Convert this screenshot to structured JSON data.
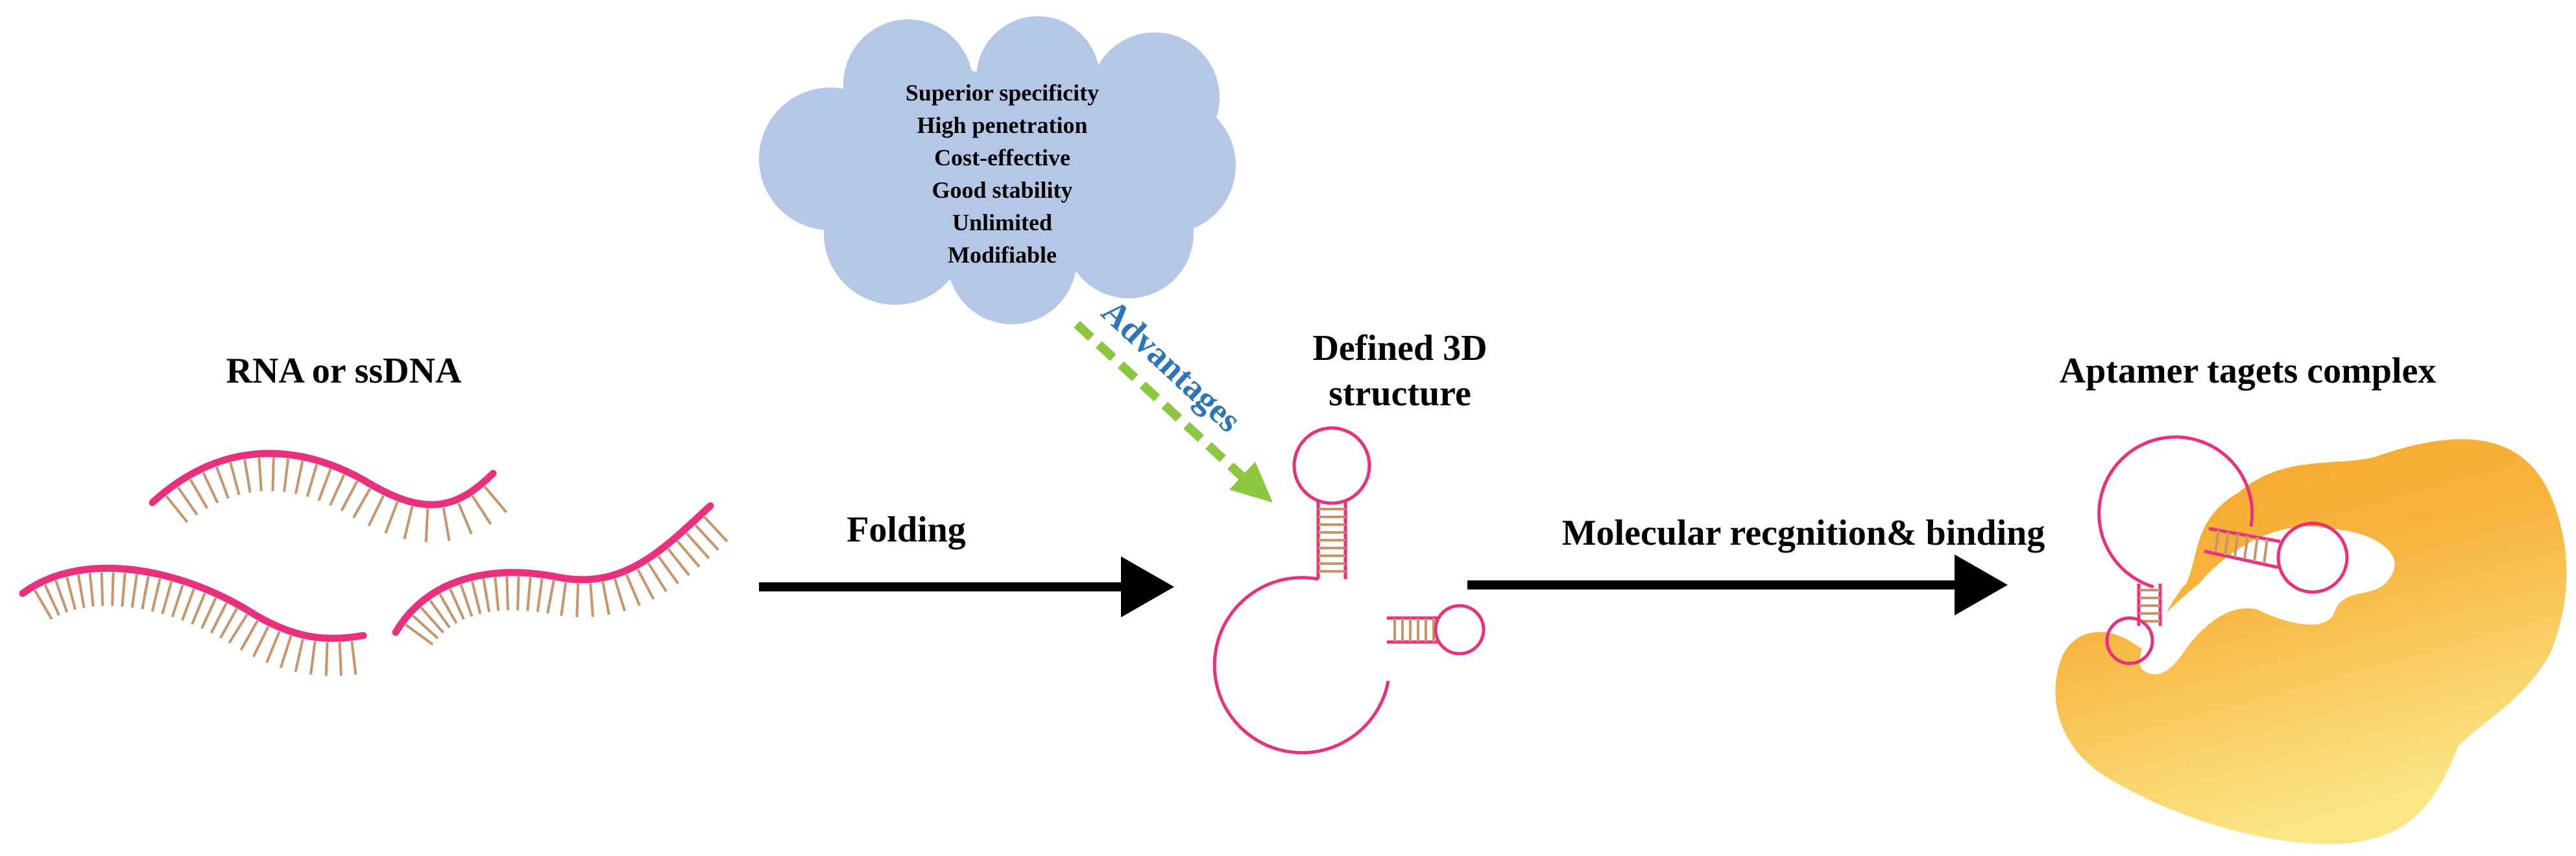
{
  "labels": {
    "rna": "RNA or ssDNA",
    "folding": "Folding",
    "defined_line1": "Defined 3D",
    "defined_line2": "structure",
    "recognition": "Molecular recgnition& binding",
    "complex": "Aptamer tagets complex",
    "advantages": "Advantages"
  },
  "cloud": {
    "items": [
      "Superior specificity",
      "High penetration",
      "Cost-effective",
      "Good stability",
      "Unlimited",
      "Modifiable"
    ]
  },
  "colors": {
    "strand": "#e8307c",
    "bases": "#c8956a",
    "cloud": "#b4c7e7",
    "advantages_text": "#2e75b6",
    "advantages_arrow": "#8cc63f",
    "arrow": "#000000",
    "target_orange": "#f5a623",
    "target_yellow": "#fbe585"
  }
}
